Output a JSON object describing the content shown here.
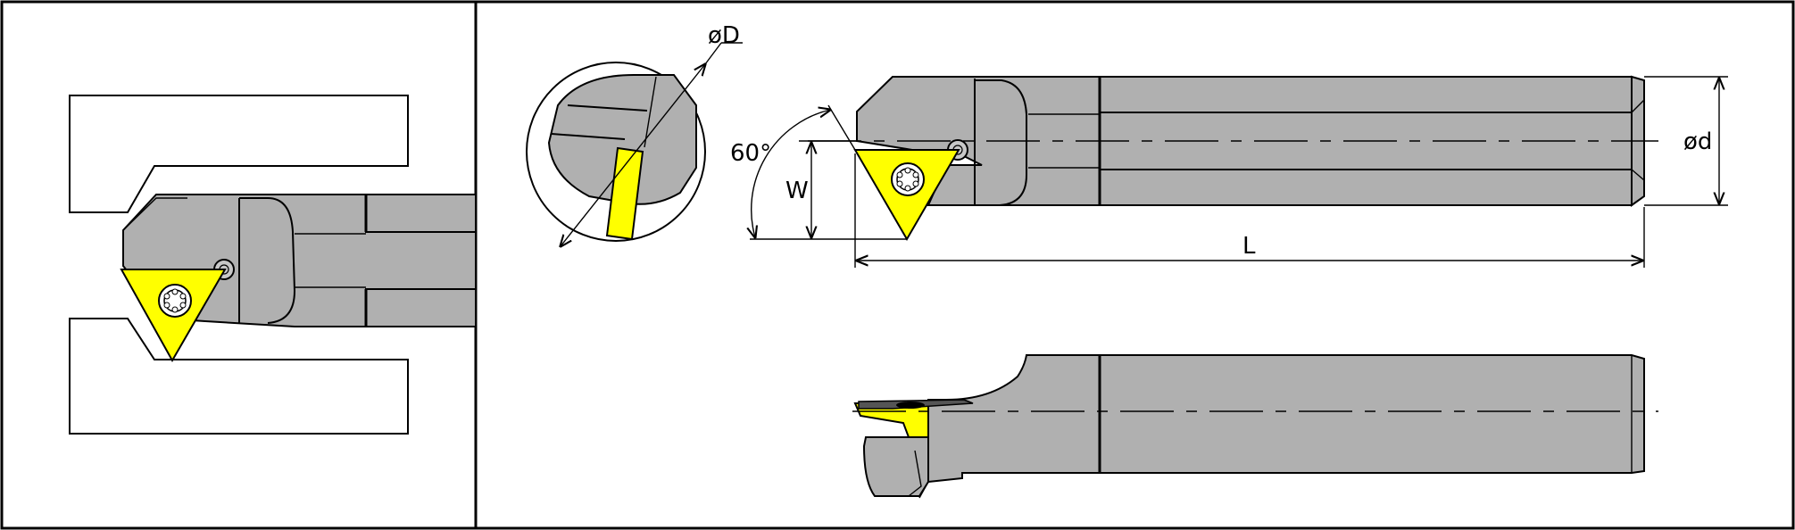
{
  "labels": {
    "D": "øD",
    "d": "ød",
    "L": "L",
    "W": "W",
    "angle": "60°"
  },
  "colors": {
    "insert": "#ffff00",
    "body": "#b0b0b0",
    "outline": "#000000"
  }
}
